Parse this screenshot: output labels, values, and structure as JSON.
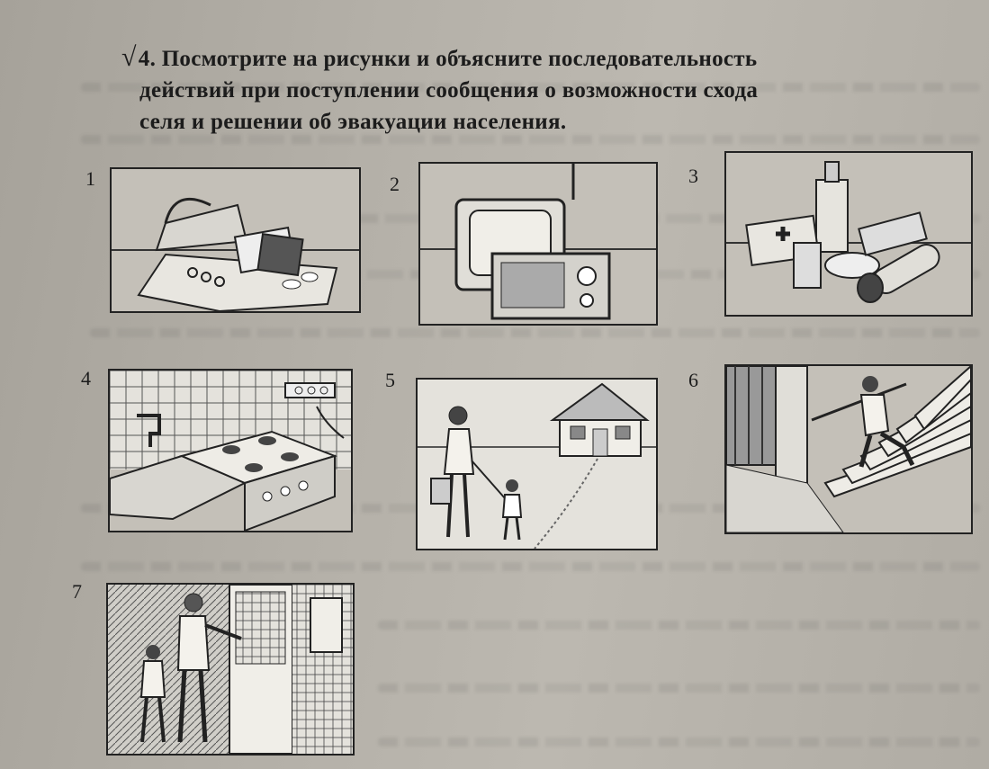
{
  "task": {
    "check_mark": "√",
    "number": "4.",
    "line1": "Посмотрите на рисунки и объясните последовательность",
    "line2": "действий при поступлении сообщения о возможности схода",
    "line3": "селя и решении об эвакуации населения."
  },
  "pictures": [
    {
      "label": "1",
      "icon": "valuables-documents-bag"
    },
    {
      "label": "2",
      "icon": "tv-and-radio"
    },
    {
      "label": "3",
      "icon": "first-aid-kit-and-food"
    },
    {
      "label": "4",
      "icon": "kitchen-stove-sink-outlet"
    },
    {
      "label": "5",
      "icon": "mother-child-leaving-house"
    },
    {
      "label": "6",
      "icon": "man-descending-stairs"
    },
    {
      "label": "7",
      "icon": "man-child-at-door"
    }
  ]
}
